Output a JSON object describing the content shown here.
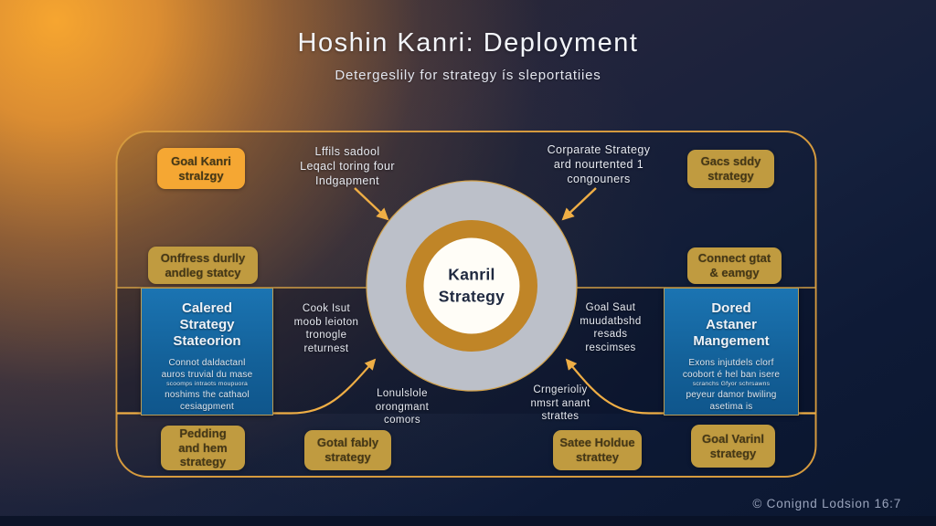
{
  "title": "Hoshin Kanri: Deployment",
  "subtitle": "Detergeslily for strategy ís sleportatiies",
  "center_circle": {
    "line1": "Kanril",
    "line2": "Strategy"
  },
  "gold_boxes": [
    {
      "name": "goal-kanri-strategy",
      "lines": [
        "Goal Kanri",
        "stralzgy"
      ]
    },
    {
      "name": "gacs-sddy-strategy",
      "lines": [
        "Gacs sddy",
        "strategy"
      ]
    },
    {
      "name": "onffress-durlly",
      "lines": [
        "Onffress durlly",
        "andleg statcy"
      ]
    },
    {
      "name": "connect-gtat",
      "lines": [
        "Connect gtat",
        "& eamgy"
      ]
    },
    {
      "name": "pedding-and-hem",
      "lines": [
        "Pedding",
        "and hem",
        "strategy"
      ]
    },
    {
      "name": "gotal-fably",
      "lines": [
        "Gotal fably",
        "strategy"
      ]
    },
    {
      "name": "satee-holdue",
      "lines": [
        "Satee Holdue",
        "strattey"
      ]
    },
    {
      "name": "goal-varinl",
      "lines": [
        "Goal Varinl",
        "strategy"
      ]
    }
  ],
  "labels": [
    {
      "name": "top-left-label",
      "lines": [
        "Lffils sadool",
        "Leqacl toring four",
        "Indgapment"
      ]
    },
    {
      "name": "top-right-label",
      "lines": [
        "Corparate Strategy",
        "ard nourtented 1",
        "congouners"
      ]
    },
    {
      "name": "mid-left-label",
      "lines": [
        "Cook Isut",
        "moob leioton",
        "tronogle",
        "returnest"
      ]
    },
    {
      "name": "mid-right-label",
      "lines": [
        "Goal Saut",
        "muudatbshd",
        "resads",
        "rescimses"
      ]
    },
    {
      "name": "bottom-left-label",
      "lines": [
        "Lonulslole",
        "orongmant",
        "comors"
      ]
    },
    {
      "name": "bottom-right-label",
      "lines": [
        "Crngerioliy",
        "nmsrt anant",
        "strattes"
      ]
    }
  ],
  "blue_boxes": [
    {
      "name": "calered-strategy-stateorion",
      "title_lines": [
        "Calered",
        "Strategy",
        "Stateorion"
      ],
      "body_lines": [
        "Connot daldactanl",
        "auros truvial du mase",
        "scoomps intraots moupuora",
        "noshims the cathaol",
        "cesiagpment"
      ]
    },
    {
      "name": "dored-astaner-mangement",
      "title_lines": [
        "Dored",
        "Astaner",
        "Mangement"
      ],
      "body_lines": [
        "Exons injutdels clorf",
        "coobort é hel ban isere",
        "scranchs Gfyor schrsawns",
        "peyeur damor bwiling",
        "asetima is"
      ]
    }
  ],
  "footer": {
    "copyright": "© Conignd Lodsion 16:7"
  },
  "colors": {
    "accent_gold": "#d59a3e",
    "arrow_gold": "#efae45",
    "bright_box": "#f5a733",
    "muted_gold_box": "#c09b40",
    "blue_box": "#136098",
    "circle_gray": "#bcc0c9",
    "circle_ring": "#c08527",
    "circle_center": "#fffdf7",
    "background_navy": "#0e1a36",
    "glow_orange": "#f5a030"
  }
}
